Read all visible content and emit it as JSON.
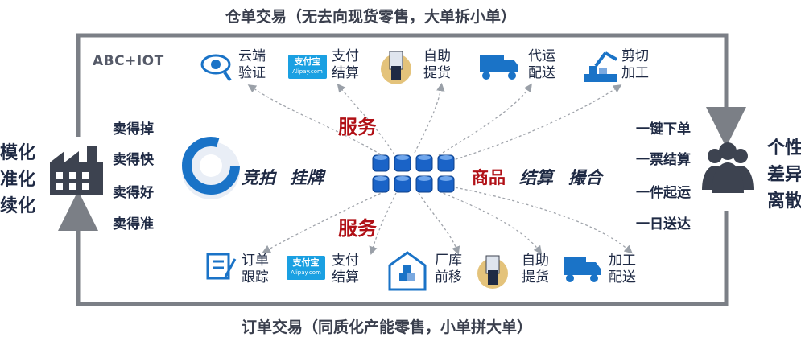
{
  "header": {
    "title_top": "仓单交易（无去向现货零售，大单拆小单）"
  },
  "footer": {
    "title_bottom": "订单交易（同质化产能零售，小单拼大单）"
  },
  "frame_label": "ABC+IOT",
  "left_side": {
    "lines": [
      "模化",
      "准化",
      "续化"
    ],
    "icon": "factory-icon"
  },
  "sell_items": [
    "卖得掉",
    "卖得快",
    "卖得好",
    "卖得准"
  ],
  "right_side": {
    "lines": [
      "个性",
      "差异",
      "离散"
    ],
    "icon": "people-icon"
  },
  "right_items": [
    "一键下单",
    "一票结算",
    "一件起运",
    "一日送达"
  ],
  "center": {
    "service_top": "服务",
    "service_bottom": "服务",
    "auction": "竞拍",
    "listing": "挂牌",
    "goods": "商品",
    "settle": "结算",
    "match": "撮合"
  },
  "top_services": [
    {
      "l1": "云端",
      "l2": "验证",
      "icon": "eye-search-icon"
    },
    {
      "l1": "支付",
      "l2": "结算",
      "icon": "alipay-icon"
    },
    {
      "l1": "自助",
      "l2": "提货",
      "icon": "self-pickup-icon"
    },
    {
      "l1": "代运",
      "l2": "配送",
      "icon": "truck-icon"
    },
    {
      "l1": "剪切",
      "l2": "加工",
      "icon": "robot-arm-icon"
    }
  ],
  "bottom_services": [
    {
      "l1": "订单",
      "l2": "跟踪",
      "icon": "document-edit-icon"
    },
    {
      "l1": "支付",
      "l2": "结算",
      "icon": "alipay-icon"
    },
    {
      "l1": "厂库",
      "l2": "前移",
      "icon": "warehouse-icon"
    },
    {
      "l1": "自助",
      "l2": "提货",
      "icon": "self-pickup-icon"
    },
    {
      "l1": "加工",
      "l2": "配送",
      "icon": "truck-icon"
    }
  ],
  "alipay": {
    "brand": "支付宝",
    "sub": "Alipay.com"
  },
  "colors": {
    "accent_red": "#b11016",
    "icon_blue": "#1a73c7",
    "frame_gray": "#7b7f86",
    "dark_navy": "#1f2a44"
  }
}
